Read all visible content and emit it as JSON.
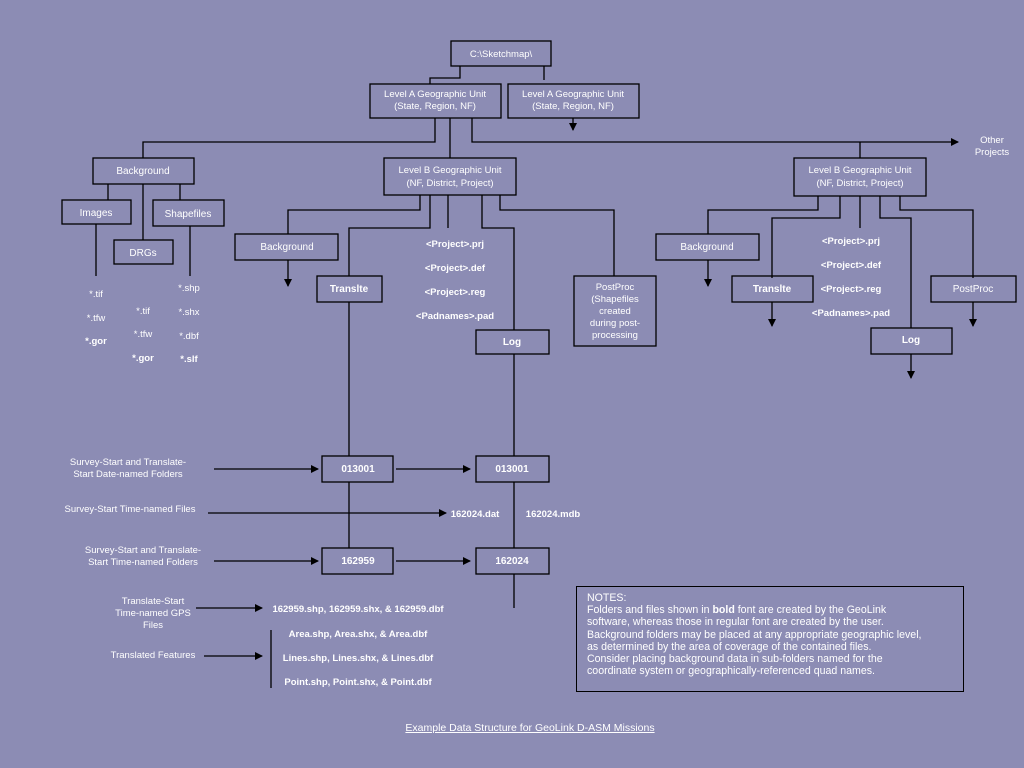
{
  "root_folder": "C:\\Sketchmap\\",
  "level_a": {
    "line1": "Level A Geographic Unit",
    "line2": "(State, Region, NF)"
  },
  "other_projects": {
    "line1": "Other",
    "line2": "Projects"
  },
  "background": {
    "label": "Background",
    "images": {
      "label": "Images",
      "files": [
        "*.tif",
        "*.tfw",
        "*.gor"
      ]
    },
    "drgs": {
      "label": "DRGs",
      "files": [
        "*.tif",
        "*.tfw",
        "*.gor"
      ]
    },
    "shapefiles": {
      "label": "Shapefiles",
      "files": [
        "*.shp",
        "*.shx",
        "*.dbf",
        "*.slf"
      ]
    }
  },
  "level_b": {
    "line1": "Level B Geographic Unit",
    "line2": "(NF, District, Project)"
  },
  "project_files": [
    "<Project>.prj",
    "<Project>.def",
    "<Project>.reg",
    "<Padnames>.pad"
  ],
  "translte": "Translte",
  "log": "Log",
  "postproc": {
    "label": "PostProc",
    "description": [
      "(Shapefiles",
      "created",
      "during post-",
      "processing"
    ]
  },
  "date_folder": "013001",
  "time_folder_translate": "162959",
  "time_folder_log": "162024",
  "time_files": {
    "dat": "162024.dat",
    "mdb": "162024.mdb"
  },
  "left_labels": {
    "date_folders": [
      "Survey-Start and Translate-",
      "Start Date-named Folders"
    ],
    "time_files": "Survey-Start Time-named Files",
    "time_folders": [
      "Survey-Start and Translate-",
      "Start Time-named Folders"
    ],
    "gps_files": [
      "Translate-Start",
      "Time-named GPS",
      "Files"
    ],
    "features": "Translated Features"
  },
  "gps_files": "162959.shp, 162959.shx, & 162959.dbf",
  "feature_files": [
    "Area.shp, Area.shx, & Area.dbf",
    "Lines.shp, Lines.shx, & Lines.dbf",
    "Point.shp, Point.shx, & Point.dbf"
  ],
  "notes": {
    "heading": "NOTES:",
    "line1_before": "Folders and files shown in ",
    "line1_bold": "bold",
    "line1_after": " font are created by the GeoLink",
    "lines": [
      "software, whereas those in regular font are created by the user.",
      "Background folders may be placed at any appropriate geographic level,",
      "as determined by the area of coverage of the contained files.",
      "Consider placing background data in sub-folders named for the",
      "coordinate system or geographically-referenced quad names."
    ]
  },
  "caption": "Example Data Structure for GeoLink D-ASM Missions"
}
